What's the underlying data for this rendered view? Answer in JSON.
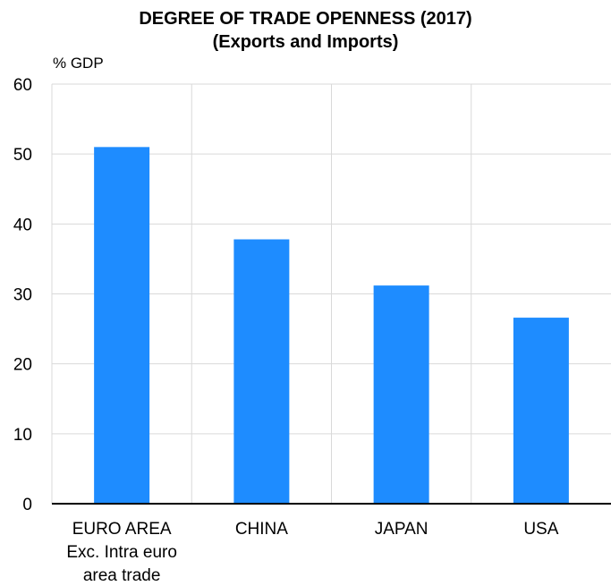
{
  "chart_data": {
    "type": "bar",
    "title_line1": "DEGREE OF TRADE OPENNESS (2017)",
    "title_line2": "(Exports and Imports)",
    "ylabel": "% GDP",
    "xlabel": "",
    "ylim": [
      0,
      60
    ],
    "yticks": [
      0,
      10,
      20,
      30,
      40,
      50,
      60
    ],
    "categories": [
      [
        "EURO AREA",
        "Exc. Intra euro",
        "area trade"
      ],
      [
        "CHINA"
      ],
      [
        "JAPAN"
      ],
      [
        "USA"
      ]
    ],
    "values": [
      51,
      37.8,
      31.2,
      26.6
    ],
    "bar_color": "#1e8cff",
    "grid": true
  }
}
